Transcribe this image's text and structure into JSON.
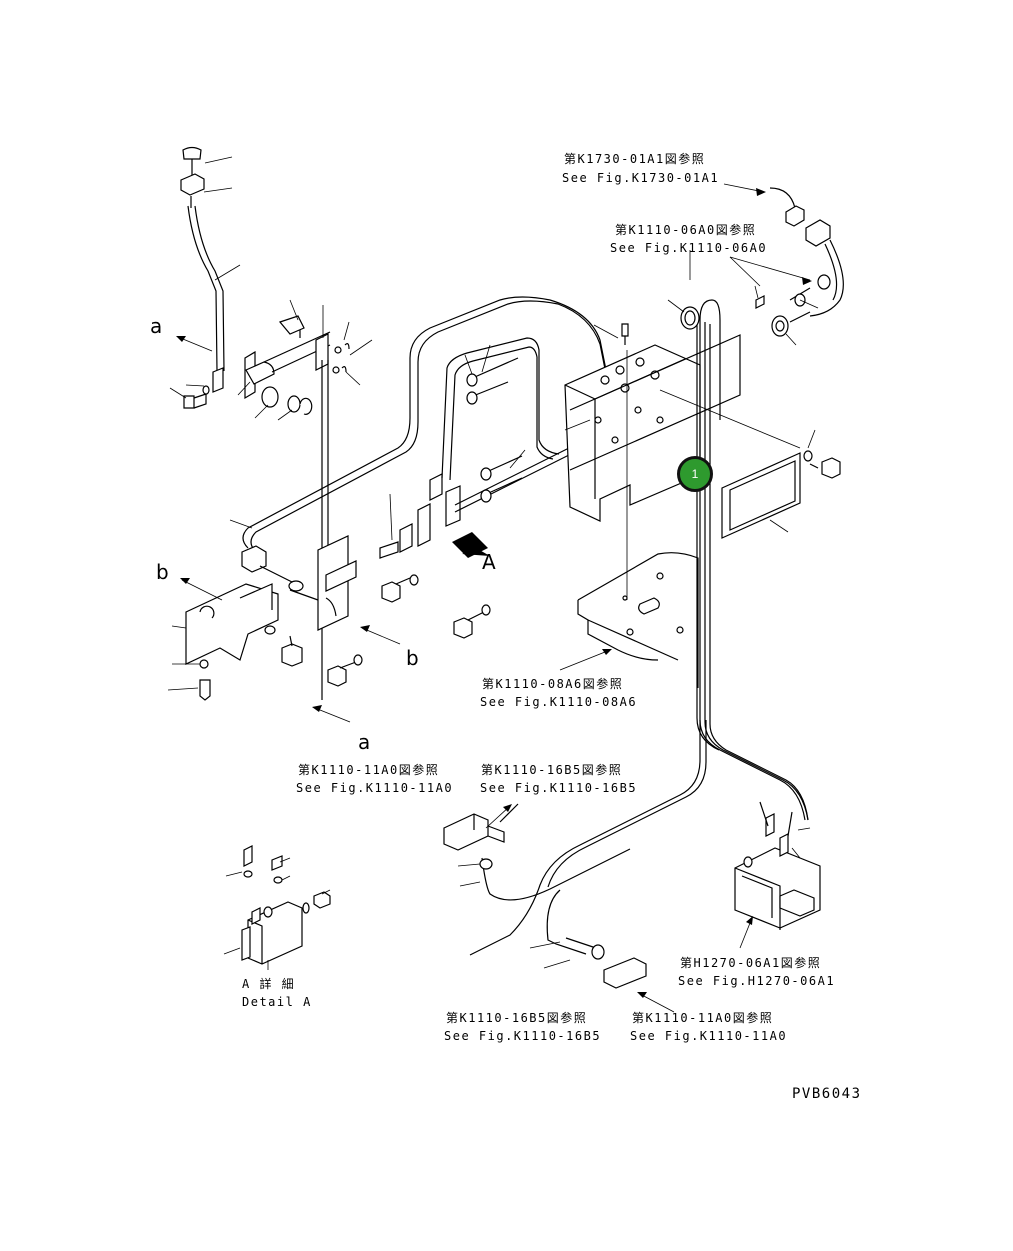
{
  "refs": [
    {
      "jp": "第K1730-01A1図参照",
      "en": "See Fig.K1730-01A1"
    },
    {
      "jp": "第K1110-06A0図参照",
      "en": "See Fig.K1110-06A0"
    },
    {
      "jp": "第K1110-08A6図参照",
      "en": "See Fig.K1110-08A6"
    },
    {
      "jp": "第K1110-11A0図参照",
      "en": "See Fig.K1110-11A0"
    },
    {
      "jp": "第K1110-16B5図参照",
      "en": "See Fig.K1110-16B5"
    },
    {
      "jp": "第H1270-06A1図参照",
      "en": "See Fig.H1270-06A1"
    },
    {
      "jp": "第K1110-16B5図参照",
      "en": "See Fig.K1110-16B5"
    },
    {
      "jp": "第K1110-11A0図参照",
      "en": "See Fig.K1110-11A0"
    }
  ],
  "markers": {
    "a_top": "a",
    "a_bottom": "a",
    "b_left": "b",
    "b_right": "b",
    "A_view": "A"
  },
  "detail": {
    "jp": "A 詳 細",
    "en": "Detail A"
  },
  "drawing_id": "PVB6043",
  "callout": {
    "label": "1",
    "color": "#2e9a2e"
  }
}
